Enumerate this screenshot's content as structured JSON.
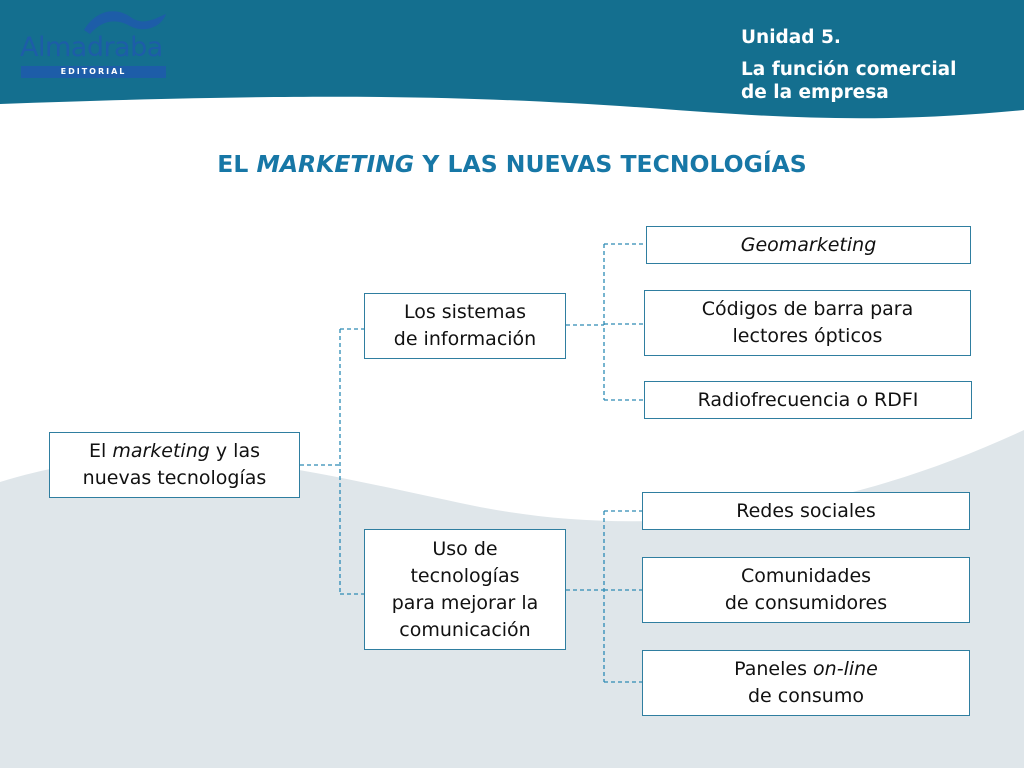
{
  "header": {
    "logo_text": "Almadraba",
    "logo_subtext": "EDITORIAL",
    "unit_label": "Unidad 5.",
    "unit_title_line1": "La función comercial",
    "unit_title_line2": "de la empresa"
  },
  "title": {
    "prefix": "EL",
    "emphasis": "MARKETING",
    "suffix": "Y LAS NUEVAS TECNOLOGÍAS"
  },
  "diagram": {
    "root": {
      "line1_pre": "El",
      "line1_em": "marketing",
      "line1_post": "y las",
      "line2": "nuevas tecnologías"
    },
    "branch_sistemas": {
      "line1": "Los sistemas",
      "line2": "de información"
    },
    "branch_uso": {
      "line1": "Uso de",
      "line2": "tecnologías",
      "line3": "para mejorar la",
      "line4": "comunicación"
    },
    "leaf_geomarketing": {
      "label": "Geomarketing"
    },
    "leaf_codigos": {
      "line1": "Códigos de barra para",
      "line2": "lectores ópticos"
    },
    "leaf_radiofrecuencia": {
      "label": "Radiofrecuencia o RDFI"
    },
    "leaf_redes": {
      "label": "Redes sociales"
    },
    "leaf_comunidades": {
      "line1": "Comunidades",
      "line2": "de consumidores"
    },
    "leaf_paneles": {
      "line1_pre": "Paneles",
      "line1_em": "on-line",
      "line2": "de consumo"
    }
  },
  "colors": {
    "header_band": "#146f8f",
    "title": "#1777a6",
    "box_border": "#2f7ea0",
    "connector": "#2d8bb5",
    "wave": "#dfe6ea",
    "logo": "#1d5da8"
  }
}
